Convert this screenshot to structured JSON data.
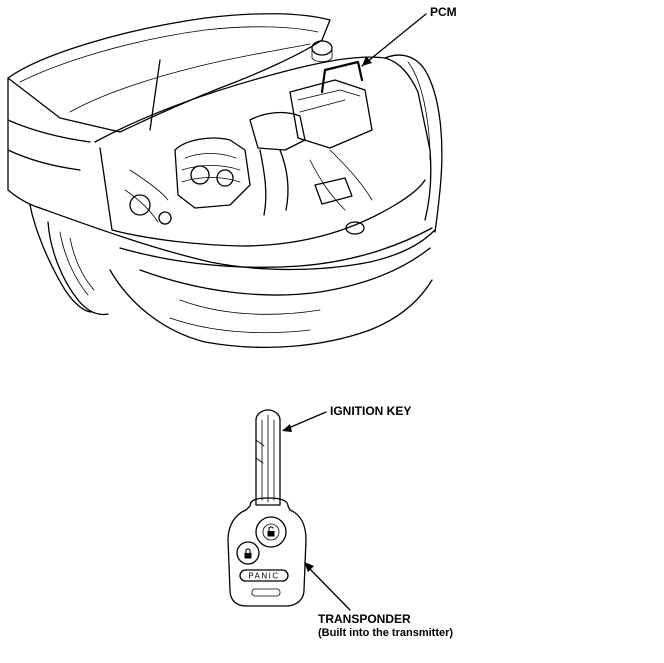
{
  "labels": {
    "pcm": "PCM",
    "ignition_key": "IGNITION KEY",
    "transponder": "TRANSPONDER",
    "transponder_note": "(Built into the transmitter)",
    "panic_button": "PANIC"
  },
  "icons": [
    "car-front-engine-bay-illustration",
    "ignition-key-illustration",
    "lock-icon",
    "unlock-icon"
  ]
}
